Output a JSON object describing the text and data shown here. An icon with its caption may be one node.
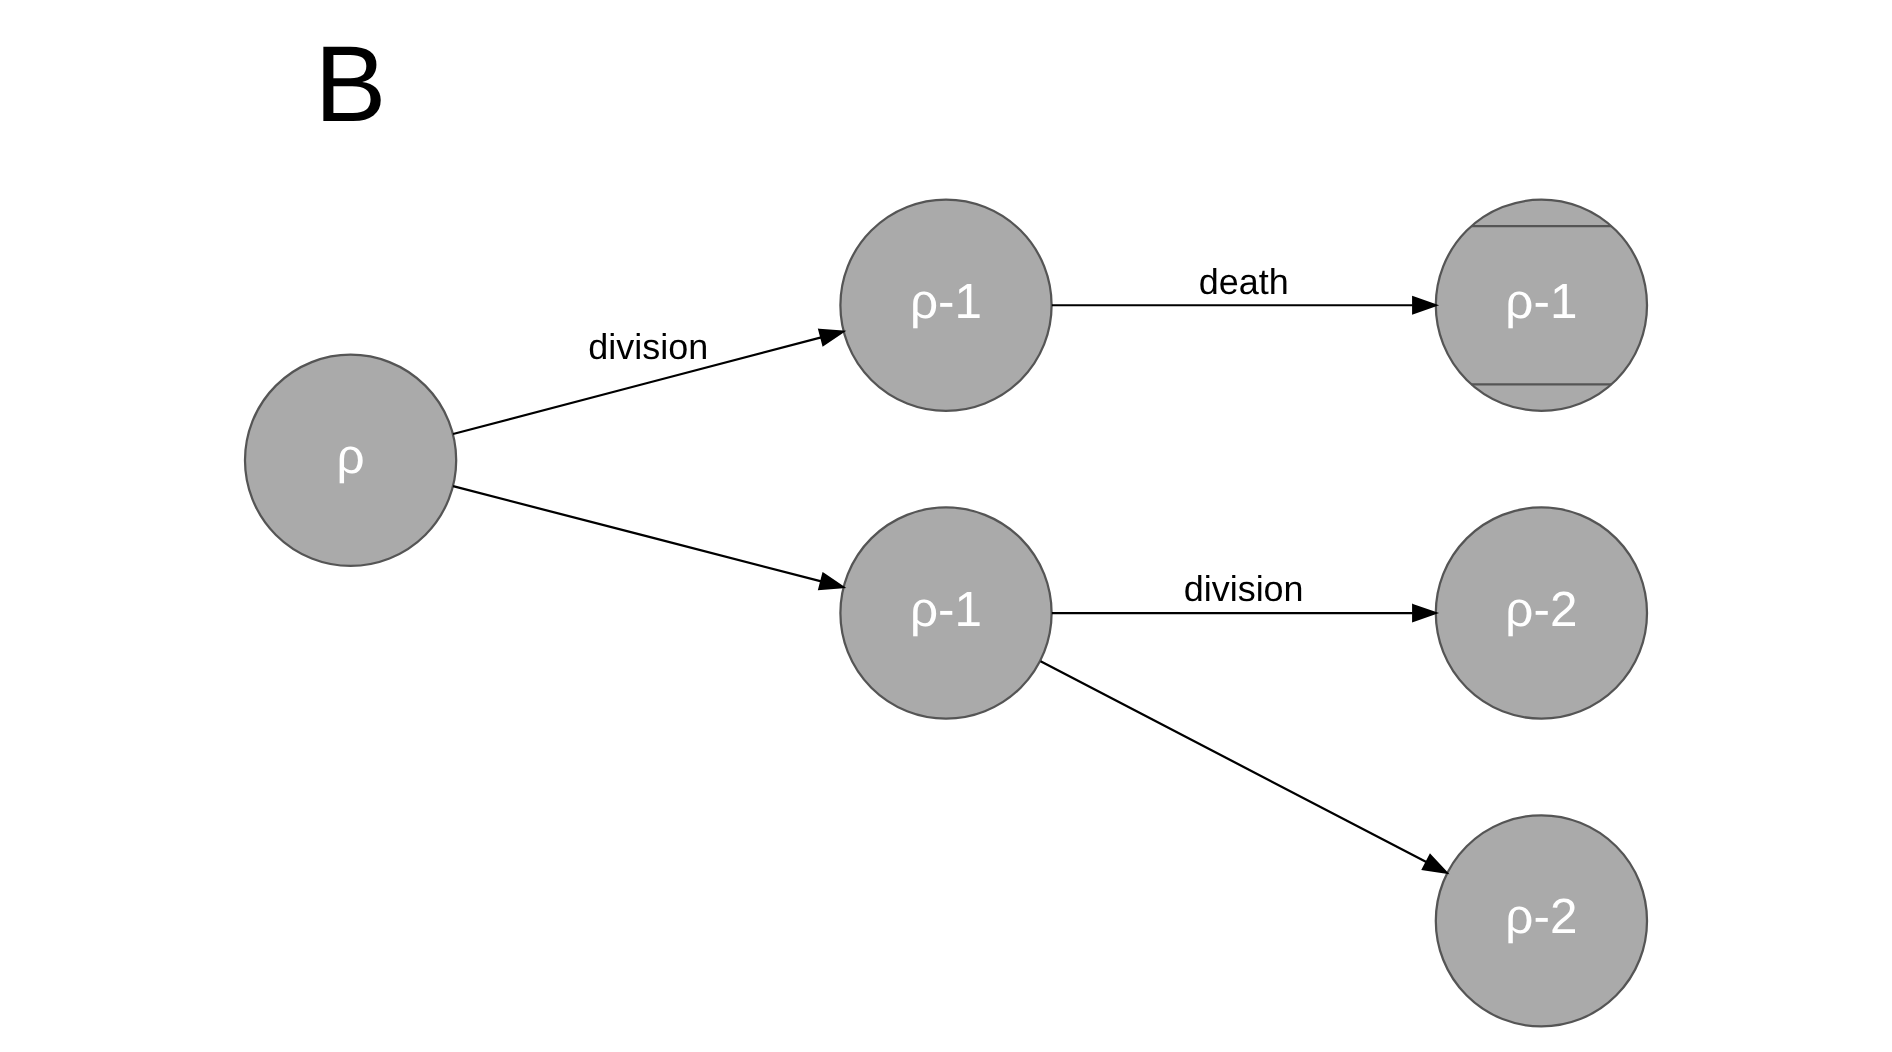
{
  "diagram": {
    "nodes": [
      {
        "text": [
          "ρ"
        ]
      },
      {
        "text": [
          "ρ-1"
        ]
      },
      {
        "text": [
          "ρ-1"
        ]
      },
      {
        "text": [
          "ρ-1"
        ]
      },
      {
        "text": [
          "ρ-2"
        ]
      },
      {
        "text": [
          "ρ-2"
        ]
      }
    ],
    "edges": [
      {
        "from": 0,
        "to": 1,
        "arrow": "to",
        "label": "division"
      },
      {
        "from": 0,
        "to": 2,
        "arrow": "to"
      },
      {
        "from": 1,
        "to": 3,
        "arrow": "to",
        "label": "death"
      },
      {
        "from": 2,
        "to": 4,
        "arrow": "to",
        "label": "division"
      },
      {
        "from": 2,
        "to": 5,
        "arrow": "to"
      }
    ],
    "labels": [
      "B"
    ]
  }
}
